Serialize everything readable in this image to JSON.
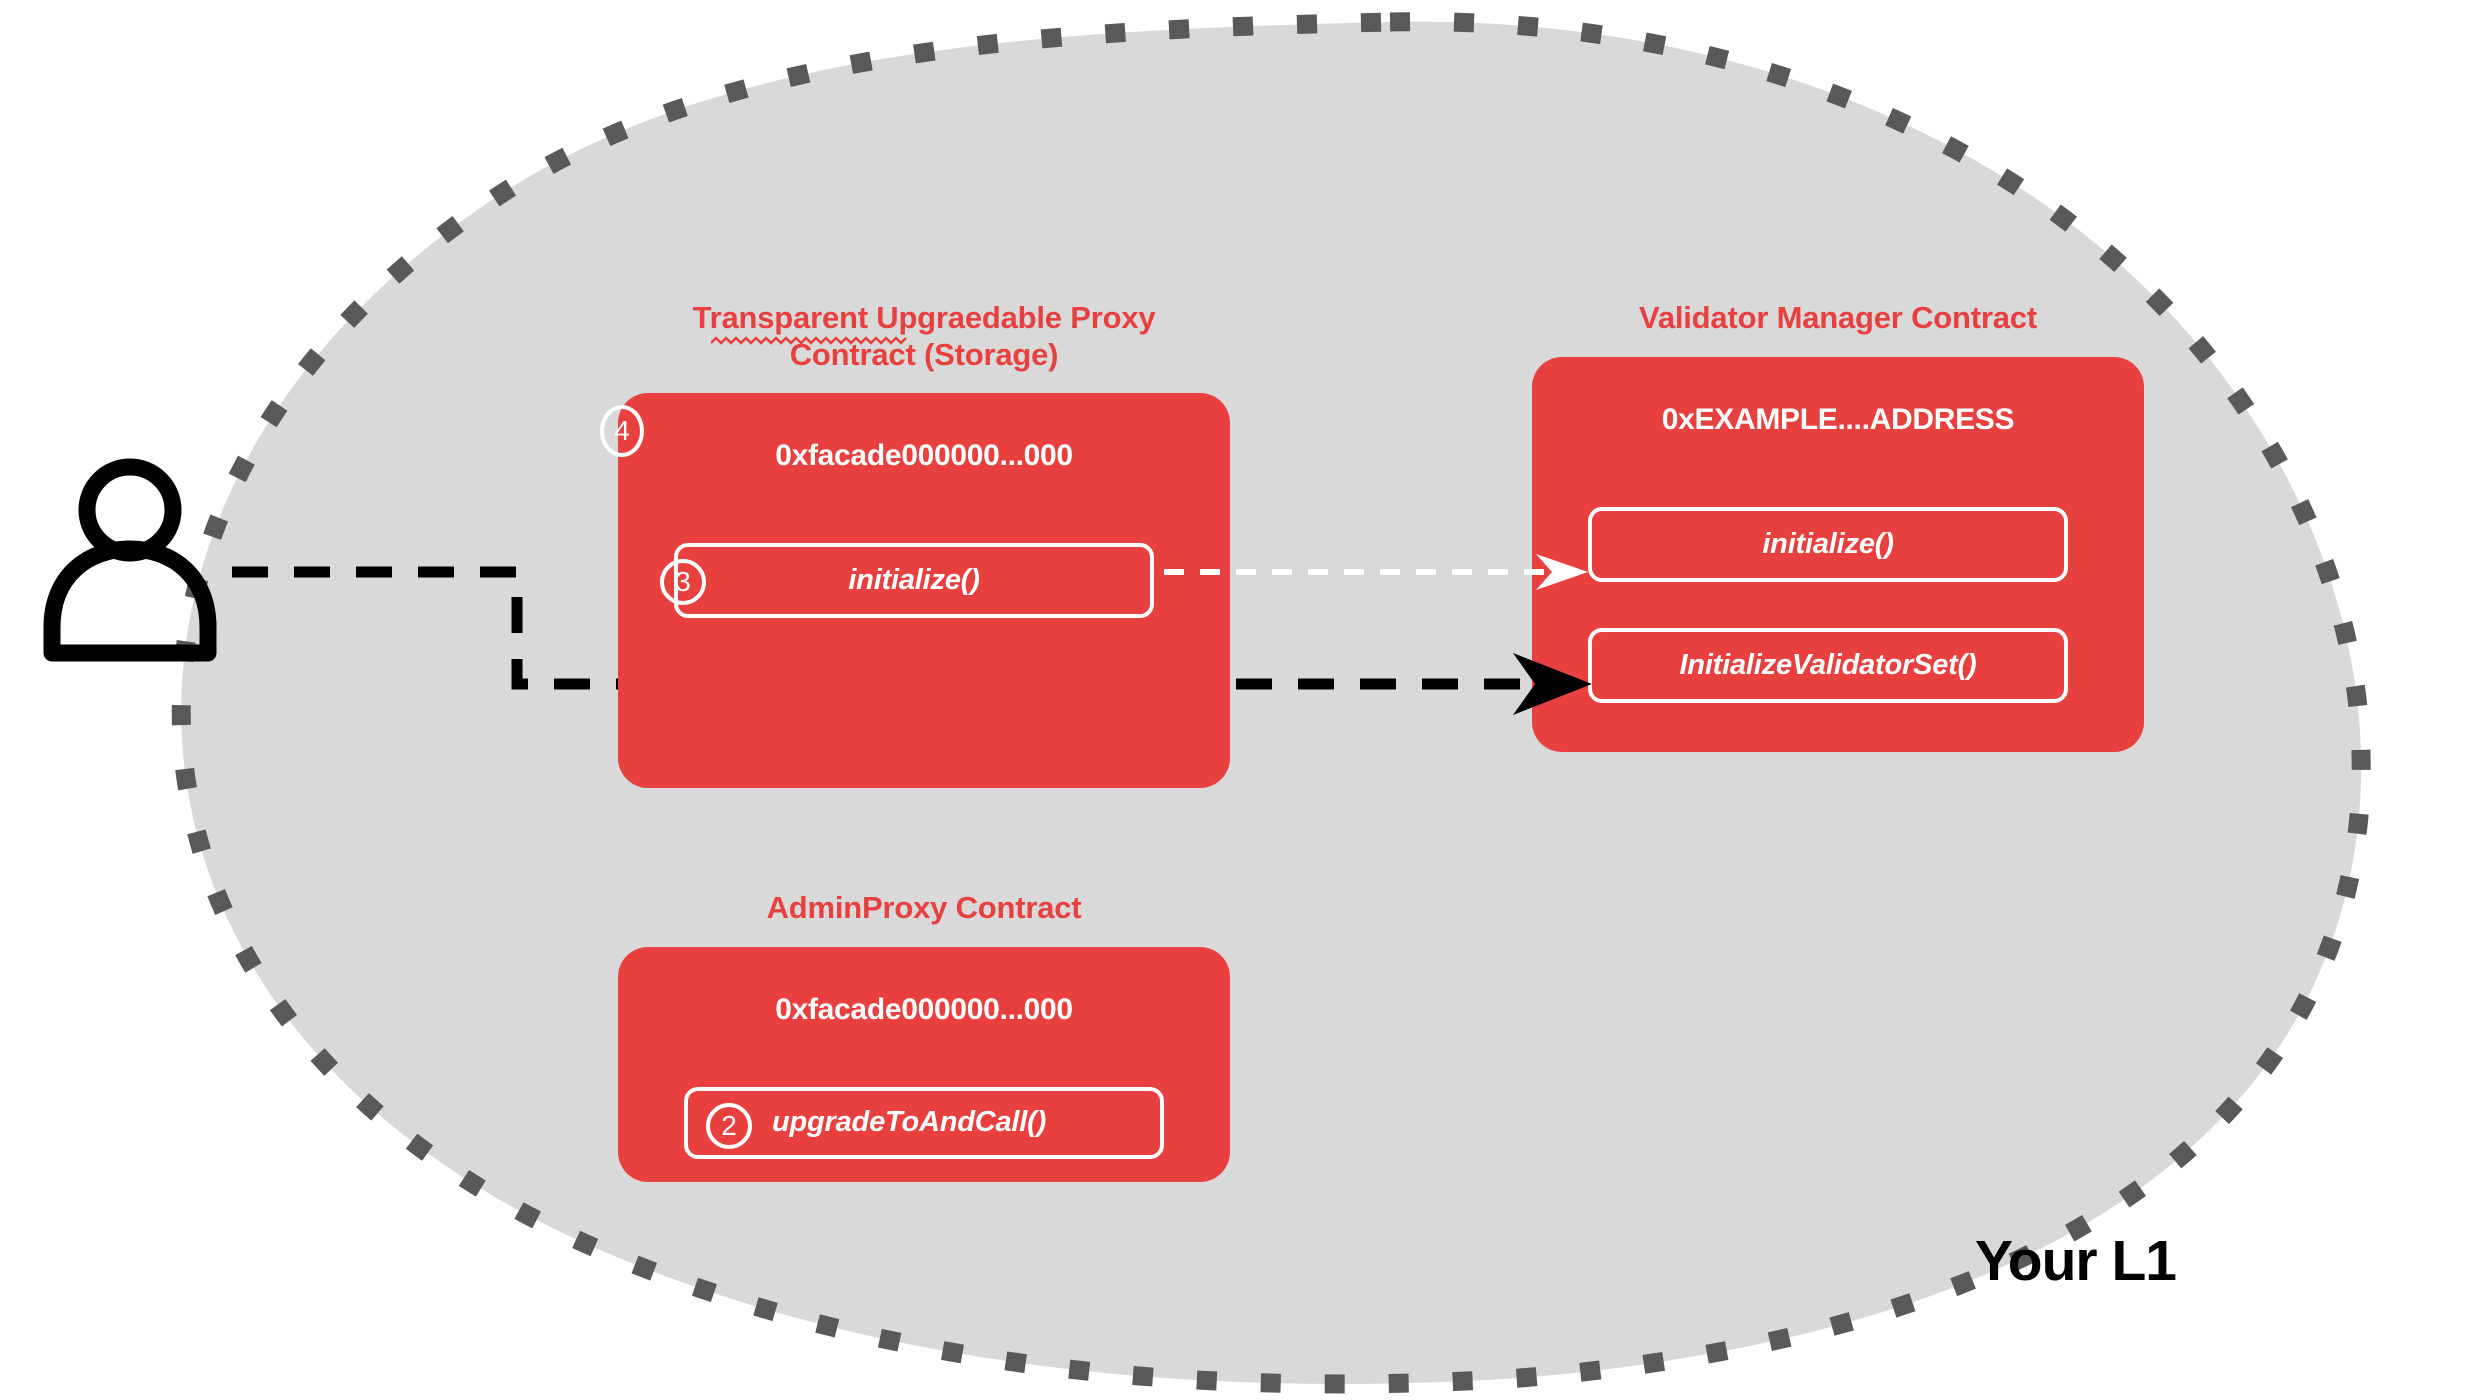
{
  "diagram": {
    "title_label": "Your L1",
    "region": {
      "name": "Your L1",
      "fill_color": "#d9d9d9",
      "border_color": "#595959",
      "border_style": "dashed"
    },
    "accent_color": "#e8403f",
    "actor": {
      "icon": "user-icon",
      "color": "#000000"
    },
    "groups": [
      {
        "id": "transparent-proxy",
        "title": "Transparent Upgraedable Proxy Contract (Storage)",
        "title_line1": "Transparent Upgraedable Proxy",
        "title_line2": "Contract (Storage)",
        "misspelled_word": "Upgraedable",
        "address": "0xfacade000000...000",
        "methods": [
          {
            "name": "initialize()",
            "step": "3"
          }
        ],
        "extra_step": "4"
      },
      {
        "id": "validator-manager",
        "title": "Validator Manager Contract",
        "title_line1": "Validator Manager Contract",
        "title_line2": "",
        "address": "0xEXAMPLE....ADDRESS",
        "methods": [
          {
            "name": "initialize()",
            "step": ""
          },
          {
            "name": "InitializeValidatorSet()",
            "step": ""
          }
        ]
      },
      {
        "id": "admin-proxy",
        "title": "AdminProxy  Contract",
        "title_line1": "AdminProxy  Contract",
        "title_line2": "",
        "address": "0xfacade000000...000",
        "methods": [
          {
            "name": "upgradeToAndCall()",
            "step": "2"
          }
        ]
      }
    ],
    "connections": [
      {
        "id": "user-to-validator-set",
        "from": "user",
        "to": "InitializeValidatorSet()",
        "style": "dashed",
        "color": "#000000",
        "arrowhead": "solid"
      },
      {
        "id": "proxy-initialize-to-vm-initialize",
        "from": "initialize()",
        "to": "initialize()",
        "style": "dashed",
        "color": "#ffffff",
        "arrowhead": "open"
      }
    ]
  }
}
